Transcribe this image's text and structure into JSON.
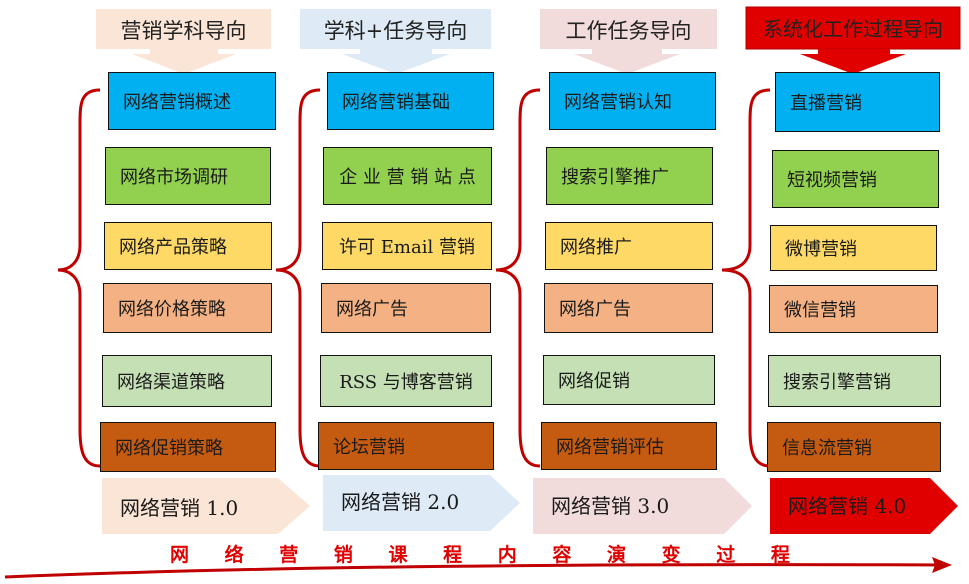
{
  "columns": [
    {
      "header": "营销学科导向",
      "version": "网络营销 1.0",
      "items": [
        "网络营销概述",
        "网络市场调研",
        "网络产品策略",
        "网络价格策略",
        "网络渠道策略",
        "网络促销策略"
      ]
    },
    {
      "header": "学科+任务导向",
      "version": "网络营销 2.0",
      "items": [
        "网络营销基础",
        "企 业 营 销 站 点",
        "许可 Email 营销",
        "网络广告",
        "RSS 与博客营销",
        "论坛营销"
      ]
    },
    {
      "header": "工作任务导向",
      "version": "网络营销 3.0",
      "items": [
        "网络营销认知",
        "搜索引擎推广",
        "网络推广",
        "网络广告",
        "网络促销",
        "网络营销评估"
      ]
    },
    {
      "header": "系统化工作过程导向",
      "version": "网络营销 4.0",
      "items": [
        "直播营销",
        "短视频营销",
        "微博营销",
        "微信营销",
        "搜索引擎营销",
        "信息流营销"
      ]
    }
  ],
  "footer_chars": [
    "网",
    "络",
    "营",
    "销",
    "课",
    "程",
    "内",
    "容",
    "演",
    "变",
    "过",
    "程"
  ],
  "colors": {
    "blue": "#00b0f0",
    "green": "#92d050",
    "yellow": "#ffd966",
    "orange": "#f4b183",
    "lightgreen": "#c5e0b4",
    "brown": "#c55a11",
    "red": "#e00000",
    "bracket": "#c00000"
  }
}
